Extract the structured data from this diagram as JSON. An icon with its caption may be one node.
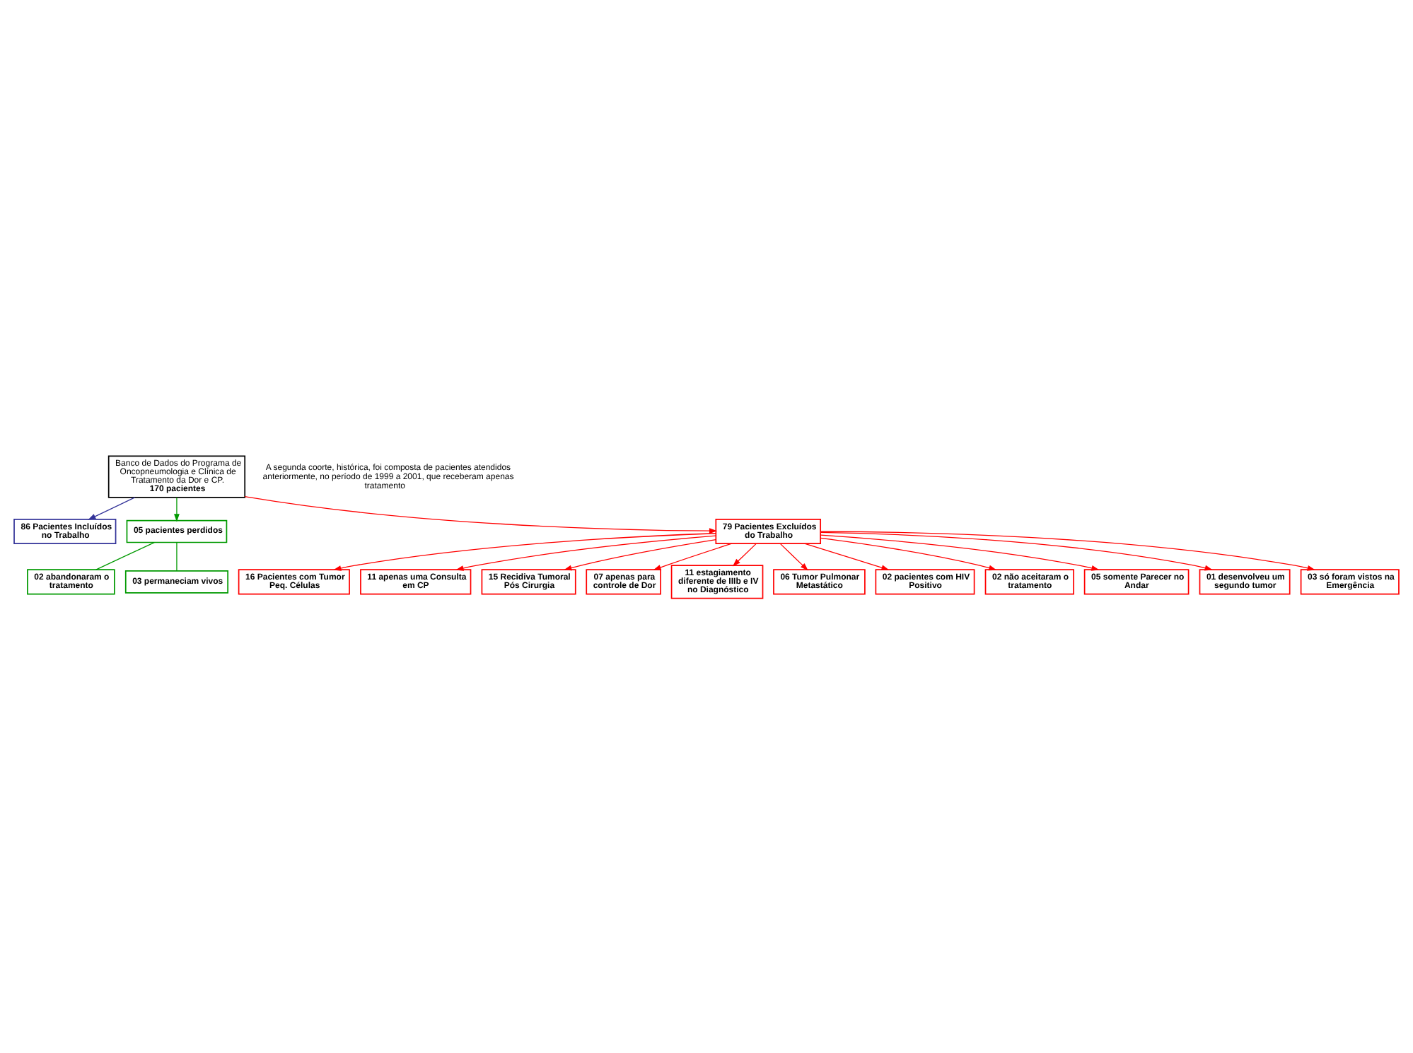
{
  "diagram": {
    "nodes": [
      {
        "text": [
          "Banco de Dados do Programa de Oncopneumologia e Clínica de Tratamento da Dor e CP.",
          "170 pacientes"
        ]
      },
      {
        "text": [
          "86 Pacientes Incluídos no Trabalho"
        ]
      },
      {
        "text": [
          "05 pacientes perdidos"
        ]
      },
      {
        "text": [
          "02 abandonaram o tratamento"
        ]
      },
      {
        "text": [
          "03 permaneciam vivos"
        ]
      },
      {
        "text": [
          "79 Pacientes Excluídos do Trabalho"
        ]
      },
      {
        "text": [
          "16 Pacientes com Tumor Peq. Células"
        ]
      },
      {
        "text": [
          "11 apenas uma Consulta em CP"
        ]
      },
      {
        "text": [
          "15 Recidiva Tumoral Pós Cirurgia"
        ]
      },
      {
        "text": [
          "07 apenas para controle de Dor"
        ]
      },
      {
        "text": [
          "11 estagiamento diferente de IIIb e IV no Diagnóstico"
        ]
      },
      {
        "text": [
          "06 Tumor Pulmonar Metastático"
        ]
      },
      {
        "text": [
          "02 pacientes com HIV Positivo"
        ]
      },
      {
        "text": [
          "02 não aceitaram o tratamento"
        ]
      },
      {
        "text": [
          "05 somente Parecer no Andar"
        ]
      },
      {
        "text": [
          "01 desenvolveu um segundo tumor"
        ]
      },
      {
        "text": [
          "03 só foram vistos na Emergência"
        ]
      }
    ],
    "edges": [
      {
        "from": 0,
        "to": 1,
        "arrow": "to",
        "color": "#333399"
      },
      {
        "from": 0,
        "to": 2,
        "arrow": "to",
        "color": "#009900"
      },
      {
        "from": 0,
        "to": 5,
        "arrow": "to"
      },
      {
        "from": 2,
        "to": 3,
        "arrow": "none",
        "color": "#009900"
      },
      {
        "from": 2,
        "to": 4,
        "arrow": "none",
        "color": "#009900"
      },
      {
        "from": 5,
        "to": 6,
        "arrow": "to"
      },
      {
        "from": 5,
        "to": 7,
        "arrow": "to"
      },
      {
        "from": 5,
        "to": 8,
        "arrow": "to"
      },
      {
        "from": 5,
        "to": 9,
        "arrow": "to"
      },
      {
        "from": 5,
        "to": 10,
        "arrow": "to"
      },
      {
        "from": 5,
        "to": 11,
        "arrow": "to"
      },
      {
        "from": 5,
        "to": 12,
        "arrow": "to"
      },
      {
        "from": 5,
        "to": 13,
        "arrow": "to"
      },
      {
        "from": 5,
        "to": 14,
        "arrow": "to"
      },
      {
        "from": 5,
        "to": 15,
        "arrow": "to"
      },
      {
        "from": 5,
        "to": 16,
        "arrow": "to"
      }
    ],
    "labels": [
      "A segunda coorte, histórica, foi composta de pacientes atendidos anteriormente, no período de 1999 a 2001, que receberam apenas tratamento"
    ]
  }
}
